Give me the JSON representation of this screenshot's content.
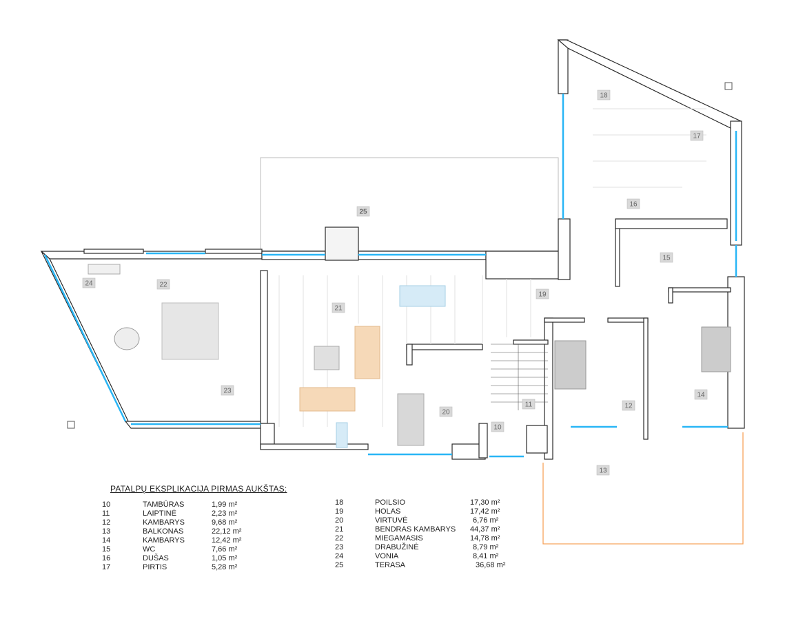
{
  "title": "PATALPŲ  EKSPLIKACIJA PIRMAS AUKŠTAS:",
  "colors": {
    "wall": "#2a2a2a",
    "glass": "#29b6f6",
    "balcony": "#f7a35c",
    "furniture": "#bdbdbd",
    "sofa": "#f6d9b8"
  },
  "room_tags": [
    "10",
    "11",
    "12",
    "13",
    "14",
    "15",
    "16",
    "17",
    "18",
    "19",
    "20",
    "21",
    "22",
    "23",
    "24",
    "25"
  ],
  "rooms_left": [
    {
      "num": "10",
      "name": "TAMBŪRAS",
      "area": "1,99 m²"
    },
    {
      "num": "11",
      "name": "LAIPTINĖ",
      "area": "2,23 m²"
    },
    {
      "num": "12",
      "name": "KAMBARYS",
      "area": "9,68 m²"
    },
    {
      "num": "13",
      "name": "BALKONAS",
      "area": "22,12 m²"
    },
    {
      "num": "14",
      "name": "KAMBARYS",
      "area": "12,42 m²"
    },
    {
      "num": "15",
      "name": "WC",
      "area": "7,66 m²"
    },
    {
      "num": "16",
      "name": "DUŠAS",
      "area": "1,05 m²"
    },
    {
      "num": "17",
      "name": "PIRTIS",
      "area": "5,28 m²"
    }
  ],
  "rooms_right": [
    {
      "num": "18",
      "name": "POILSIO",
      "area": "17,30 m²"
    },
    {
      "num": "19",
      "name": "HOLAS",
      "area": "17,42 m²"
    },
    {
      "num": "20",
      "name": "VIRTUVĖ",
      "area": "6,76 m²"
    },
    {
      "num": "21",
      "name": "BENDRAS KAMBARYS",
      "area": "44,37 m²"
    },
    {
      "num": "22",
      "name": "MIEGAMASIS",
      "area": "14,78 m²"
    },
    {
      "num": "23",
      "name": "DRABUŽINĖ",
      "area": "8,79 m²"
    },
    {
      "num": "24",
      "name": "VONIA",
      "area": "8,41 m²"
    },
    {
      "num": "25",
      "name": "TERASA",
      "area": "36,68 m²"
    }
  ]
}
